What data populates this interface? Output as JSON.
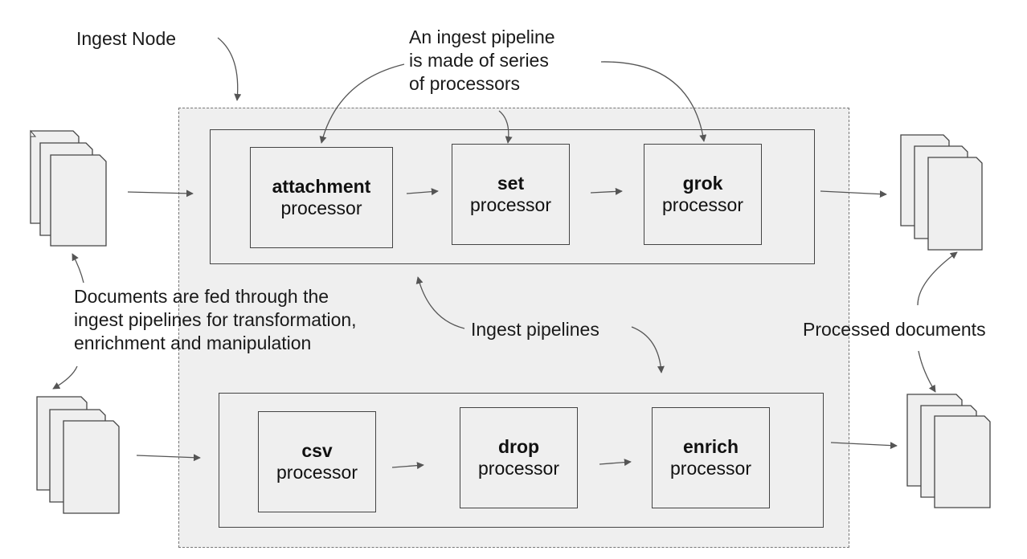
{
  "labels": {
    "ingest_node": "Ingest Node",
    "pipeline_note": [
      "An ingest pipeline",
      "is made of series",
      "of processors"
    ],
    "documents_note": [
      "Documents are fed through the",
      "ingest pipelines for transformation,",
      "enrichment and manipulation"
    ],
    "ingest_pipelines": "Ingest pipelines",
    "processed_documents": "Processed documents"
  },
  "pipelines": [
    {
      "processors": [
        {
          "name": "attachment",
          "type": "processor"
        },
        {
          "name": "set",
          "type": "processor"
        },
        {
          "name": "grok",
          "type": "processor"
        }
      ]
    },
    {
      "processors": [
        {
          "name": "csv",
          "type": "processor"
        },
        {
          "name": "drop",
          "type": "processor"
        },
        {
          "name": "enrich",
          "type": "processor"
        }
      ]
    }
  ],
  "colors": {
    "node_fill": "#efefef",
    "border": "#444444",
    "arrow": "#555555",
    "doc_fill": "#efefef"
  }
}
